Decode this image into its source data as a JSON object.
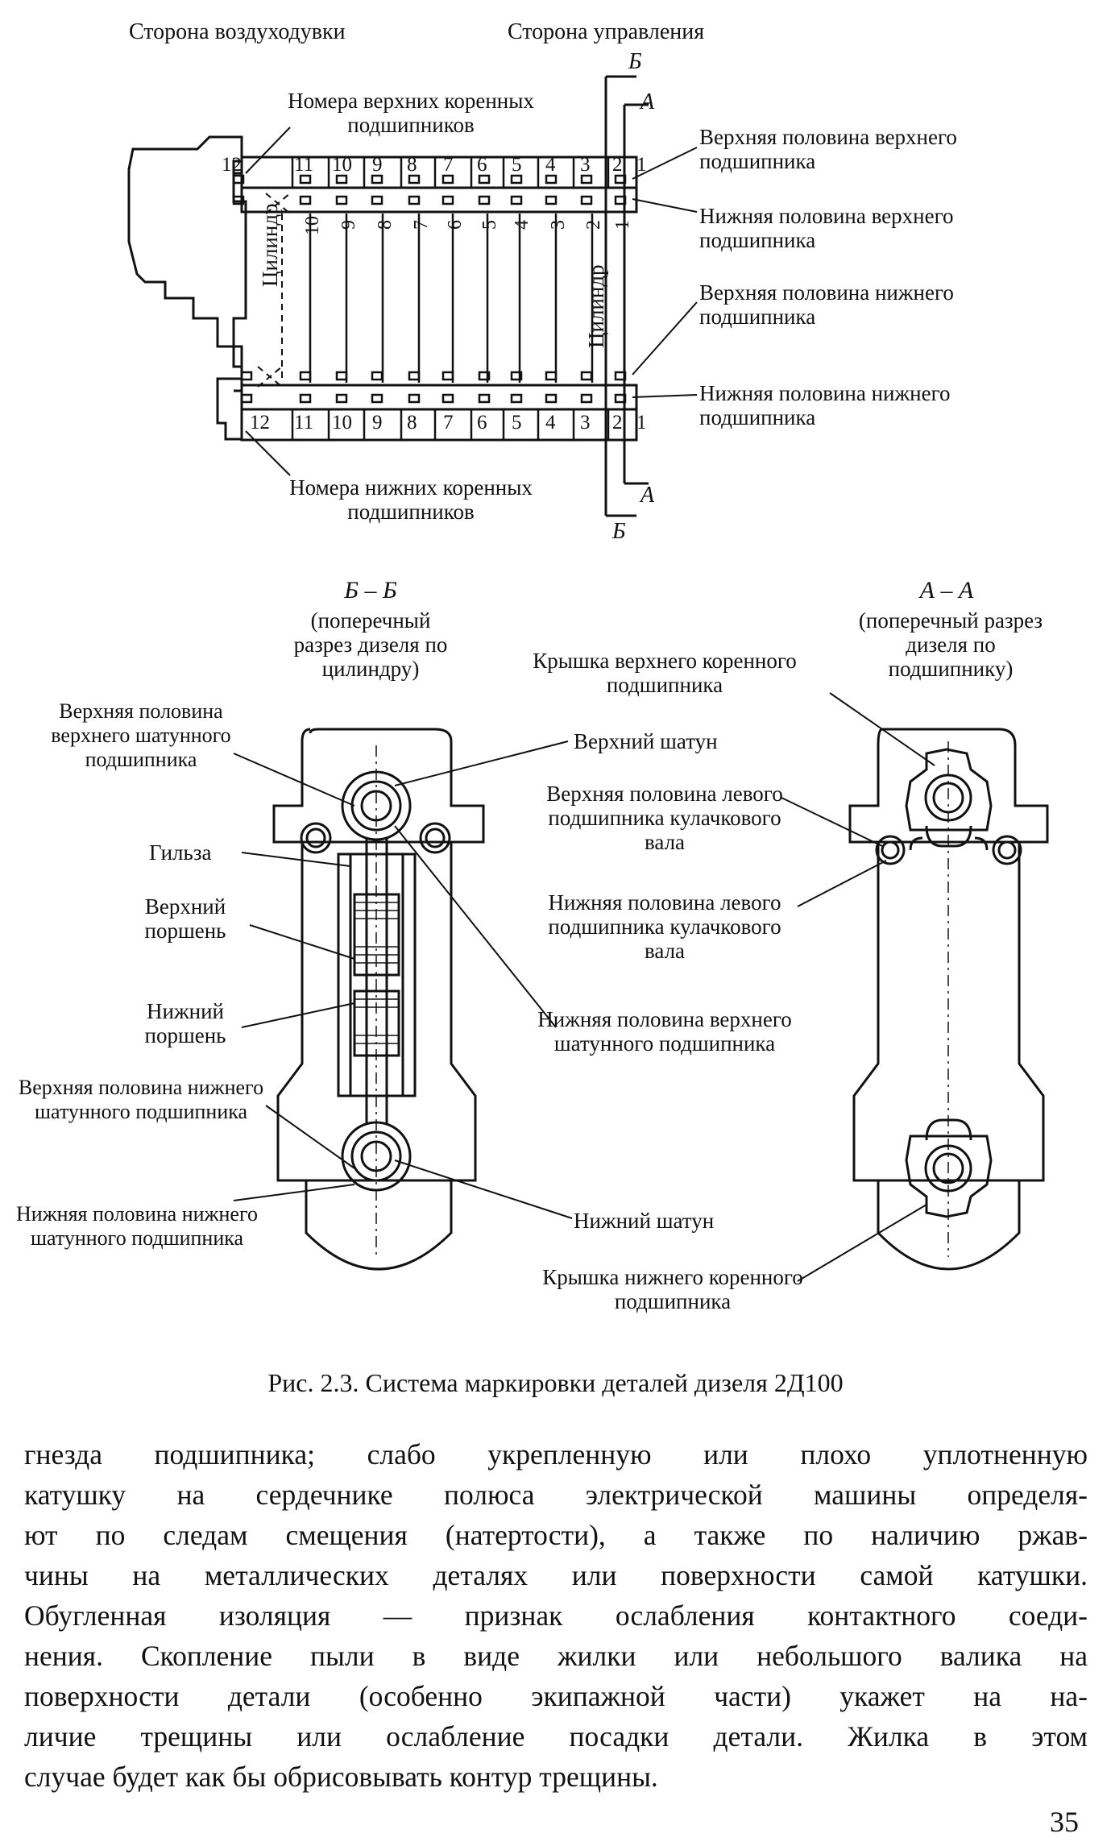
{
  "top_diagram": {
    "side_blower": "Сторона воздуходувки",
    "side_control": "Сторона управления",
    "upper_bearing_numbers": "Номера верхних коренных подшипников",
    "lower_bearing_numbers": "Номера нижних коренных подшипников",
    "upper_half_upper": "Верхняя половина верхнего подшипника",
    "lower_half_upper": "Нижняя половина верхнего подшипника",
    "upper_half_lower": "Верхняя половина нижнего подшипника",
    "lower_half_lower": "Нижняя половина нижнего подшипника",
    "cylinder": "Цилиндр",
    "section_b": "Б",
    "section_a": "А",
    "bearing_numbers": [
      "12",
      "11",
      "10",
      "9",
      "8",
      "7",
      "6",
      "5",
      "4",
      "3",
      "2",
      "1"
    ],
    "cylinder_numbers": [
      "10",
      "9",
      "8",
      "7",
      "6",
      "5",
      "4",
      "3",
      "2",
      "1"
    ]
  },
  "section_bb": {
    "title": "Б – Б",
    "subtitle": "(поперечный разрез дизеля по цилиндру)",
    "label_upper_half_upper_conrod": "Верхняя половина верхнего шатунного подшипника",
    "label_sleeve": "Гильза",
    "label_upper_piston": "Верхний поршень",
    "label_lower_piston": "Нижний поршень",
    "label_upper_half_lower_conrod": "Верхняя половина нижнего шатунного подшипника",
    "label_lower_half_lower_conrod": "Нижняя половина нижнего шатунного подшипника",
    "label_upper_conrod": "Верхний шатун",
    "label_lower_half_upper_conrod": "Нижняя половина верхнего шатунного подшипника",
    "label_lower_conrod": "Нижний шатун"
  },
  "section_aa": {
    "title": "А – А",
    "subtitle": "(поперечный разрез дизеля по подшипнику)",
    "label_upper_main_cap": "Крышка верхнего коренного подшипника",
    "label_upper_half_left_cam": "Верхняя половина левого подшипника кулачкового вала",
    "label_lower_half_left_cam": "Нижняя половина левого подшипника кулачкового вала",
    "label_lower_main_cap": "Крышка нижнего коренного подшипника"
  },
  "caption": "Рис. 2.3. Система маркировки деталей дизеля 2Д100",
  "body_lines": [
    "гнезда подшипника; слабо укрепленную или плохо уплотненную",
    "катушку на сердечнике полюса электрической машины определя-",
    "ют по следам смещения (натертости), а также по наличию ржав-",
    "чины на металлических деталях или поверхности самой катушки.",
    "Обугленная изоляция — признак ослабления контактного соеди-",
    "нения. Скопление пыли в виде жилки или небольшого валика на",
    "поверхности детали (особенно экипажной части) укажет на на-",
    "личие трещины или ослабление посадки детали. Жилка в этом",
    "случае будет как бы обрисовывать контур трещины."
  ],
  "page_number": "35"
}
